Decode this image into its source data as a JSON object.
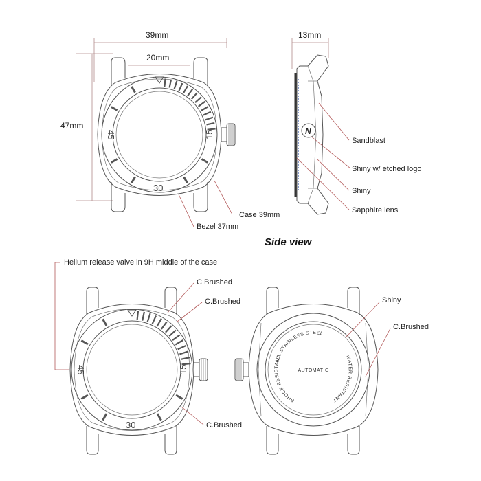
{
  "dimensions": {
    "width_39": "39mm",
    "width_20": "20mm",
    "height_47": "47mm",
    "thickness_13": "13mm"
  },
  "bezel_numbers": {
    "n45": "45",
    "n15": "15",
    "n30": "30"
  },
  "labels": {
    "case": "Case 39mm",
    "bezel": "Bezel 37mm",
    "sandblast": "Sandblast",
    "shiny_logo": "Shiny w/ etched logo",
    "shiny": "Shiny",
    "sapphire": "Sapphire lens",
    "side_view": "Side view",
    "helium": "Helium release valve in 9H middle of the case",
    "cbrushed_1": "C.Brushed",
    "cbrushed_2": "C.Brushed",
    "cbrushed_3": "C.Brushed",
    "shiny_back": "Shiny",
    "cbrushed_back": "C.Brushed"
  },
  "caseback": {
    "top": "ALL STAINLESS STEEL",
    "right": "WATER RESISTANT",
    "left": "SHOCK RESISTANT",
    "center": "AUTOMATIC"
  },
  "logo_letter": "N"
}
